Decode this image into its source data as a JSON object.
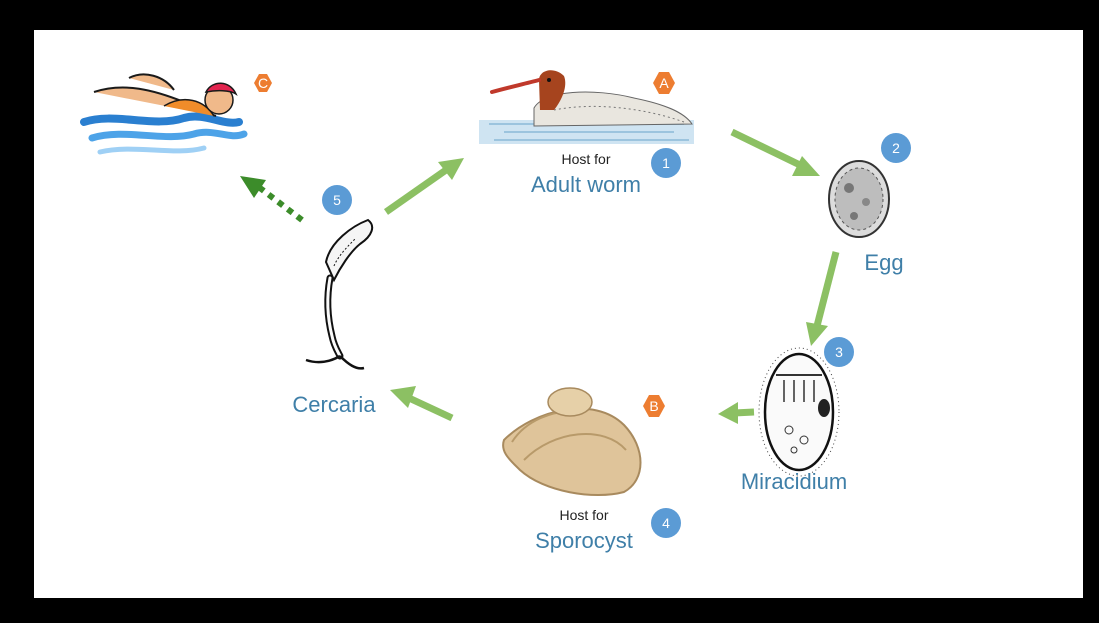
{
  "stages": {
    "adult_worm": {
      "host_prefix": "Host for",
      "label": "Adult worm",
      "step": "1",
      "host_badge": "A"
    },
    "egg": {
      "label": "Egg",
      "step": "2"
    },
    "miracidium": {
      "label": "Miracidium",
      "step": "3"
    },
    "sporocyst": {
      "host_prefix": "Host for",
      "label": "Sporocyst",
      "step": "4",
      "host_badge": "B"
    },
    "cercaria": {
      "label": "Cercaria",
      "step": "5"
    },
    "swimmer": {
      "host_badge": "C"
    }
  },
  "colors": {
    "step_badge": "#5b9bd5",
    "host_badge": "#ed7d31",
    "arrow": "#8cc063",
    "arrow_stroke": "#6aa84f",
    "dotted_arrow": "#3c8c2a",
    "label": "#3f7fa8"
  },
  "icons": {
    "bird": "merganser-duck-icon",
    "egg": "egg-icon",
    "miracidium": "miracidium-icon",
    "snail": "snail-icon",
    "cercaria": "cercaria-icon",
    "swimmer": "swimmer-icon"
  }
}
